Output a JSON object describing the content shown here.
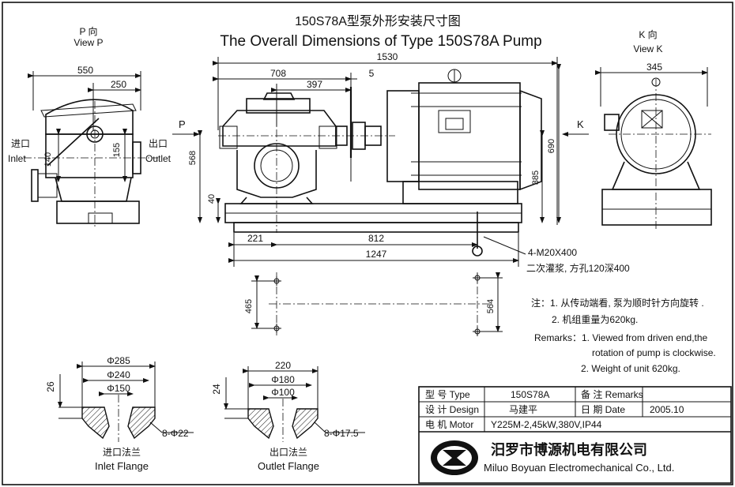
{
  "title": {
    "cn": "150S78A型泵外形安装尺寸图",
    "en": "The Overall Dimensions of Type 150S78A Pump"
  },
  "views": {
    "p_cn": "P 向",
    "p_en": "View P",
    "k_cn": "K 向",
    "k_en": "View K",
    "p_arrow": "P",
    "k_arrow": "K"
  },
  "labels": {
    "inlet_cn": "进口",
    "inlet_en": "Inlet",
    "outlet_cn": "出口",
    "outlet_en": "Outlet",
    "bolt_spec": "4-M20X400",
    "grout_note": "二次灌浆, 方孔120深400"
  },
  "dimensions": {
    "d550": "550",
    "d250": "250",
    "d140": "140",
    "d155": "155",
    "d1530": "1530",
    "d708": "708",
    "d397": "397",
    "d5": "5",
    "d568": "568",
    "d40": "40",
    "d385": "385",
    "d690": "690",
    "d345": "345",
    "d221": "221",
    "d812": "812",
    "d1247": "1247",
    "d465": "465",
    "d564": "564"
  },
  "notes": {
    "cn_head": "注：1. 从传动端看, 泵为顺时针方向旋转 .",
    "cn_2": "2. 机组重量为620kg.",
    "en_head": "Remarks：1. Viewed from driven end,the",
    "en_1b": "rotation of pump is  clockwise.",
    "en_2": "2. Weight of unit 620kg."
  },
  "inlet_flange": {
    "d285": "Φ285",
    "d240": "Φ240",
    "d150": "Φ150",
    "h26": "26",
    "holes": "8-Φ22",
    "cn": "进口法兰",
    "en": "Inlet Flange"
  },
  "outlet_flange": {
    "d220": "220",
    "d180": "Φ180",
    "d100": "Φ100",
    "h24": "24",
    "holes": "8-Φ17.5",
    "cn": "出口法兰",
    "en": "Outlet Flange"
  },
  "table": {
    "type_label": "型 号 Type",
    "type_value": "150S78A",
    "remarks_label": "备 注 Remarks",
    "design_label": "设 计 Design",
    "design_value": "马建平",
    "date_label": "日 期 Date",
    "date_value": "2005.10",
    "motor_label": "电 机 Motor",
    "motor_value": "Y225M-2,45kW,380V,IP44"
  },
  "company": {
    "cn": "汨罗市博源机电有限公司",
    "en": "Miluo Boyuan Electromechanical Co., Ltd."
  }
}
